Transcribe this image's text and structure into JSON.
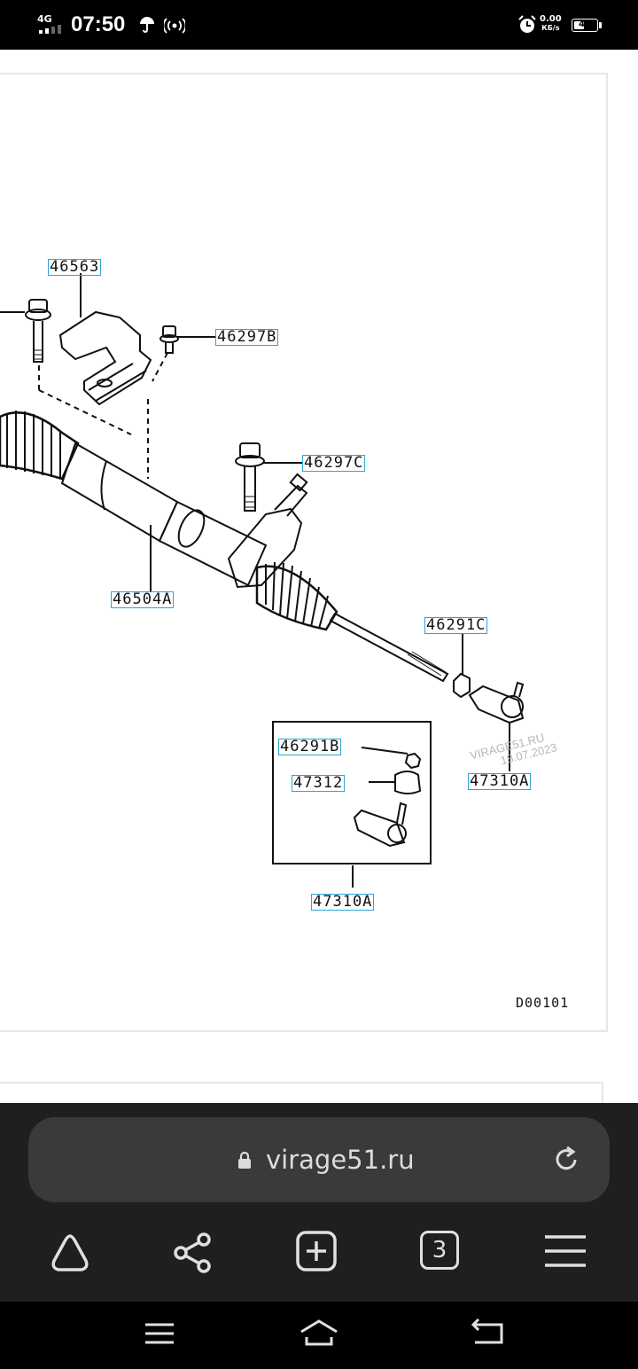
{
  "status_bar": {
    "network": "4G",
    "time": "07:50",
    "speed_value": "0.00",
    "speed_unit": "КБ/s",
    "battery": "46",
    "battery_level": 0.46,
    "icons": [
      "signal-icon",
      "umbrella-icon",
      "hotspot-icon",
      "alarm-icon",
      "battery-icon"
    ]
  },
  "diagram": {
    "code": "D00101",
    "watermark_site": "VIRAGE51.RU",
    "watermark_date": "18.07.2023",
    "parts": [
      "46563",
      "46297B",
      "46297C",
      "46504A",
      "46291C",
      "46291B",
      "47312",
      "47310A",
      "47310A"
    ]
  },
  "browser": {
    "url": "virage51.ru",
    "tab_count": "3",
    "icons": [
      "lock-icon",
      "reload-icon",
      "home-triangle-icon",
      "share-icon",
      "new-tab-icon",
      "tabs-icon",
      "menu-icon"
    ]
  },
  "system_nav": {
    "icons": [
      "recent-apps-icon",
      "home-icon",
      "back-icon"
    ]
  },
  "colors": {
    "label_border": "#2aa7d8",
    "browser_bg": "#1f1f1f",
    "url_bar_bg": "#3a3a3a"
  }
}
